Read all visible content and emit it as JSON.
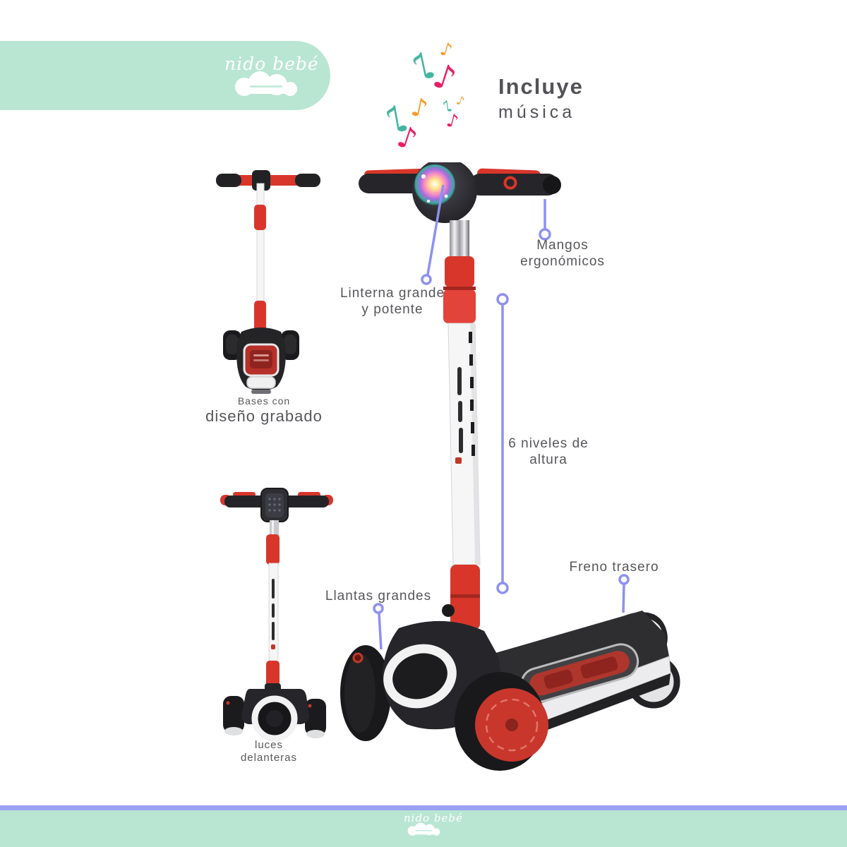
{
  "brand": {
    "name": "nido bebé"
  },
  "header": {
    "feature_title": "Incluye",
    "feature_subtitle": "música"
  },
  "icons": {
    "music_note": "♪"
  },
  "callouts": {
    "mangos": {
      "line1": "Mangos",
      "line2": "ergonómicos"
    },
    "linterna": {
      "line1": "Linterna grande",
      "line2": "y potente"
    },
    "niveles": {
      "line1": "6 niveles de",
      "line2": "altura"
    },
    "freno": {
      "label": "Freno trasero"
    },
    "llantas": {
      "label": "Llantas grandes"
    },
    "bases": {
      "line1": "Bases con",
      "line2": "diseño grabado"
    },
    "luces": {
      "line1": "luces",
      "line2": "delanteras"
    }
  },
  "colors": {
    "mint": "#b9e6d3",
    "callout_purple": "#8d90f2",
    "label_text": "#57575b",
    "scooter_red": "#d8362b",
    "note_teal": "#45b5a1",
    "note_orange": "#f59c28",
    "note_pink": "#e81f63"
  }
}
